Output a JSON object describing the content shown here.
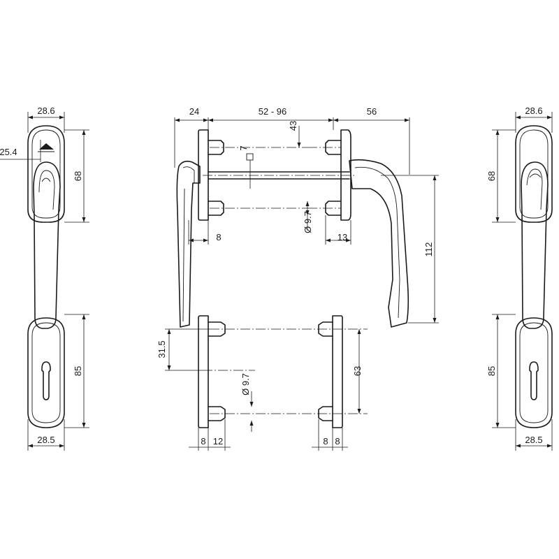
{
  "dimensions": {
    "left_handle": {
      "width_top": "28.6",
      "offset": "25.4",
      "height_upper": "68",
      "height_lower": "85",
      "width_bottom": "28.5"
    },
    "side_view": {
      "rose_depth": "24",
      "spindle_range": "52 - 96",
      "handle_projection": "56",
      "screw_distance": "43",
      "square_spindle": "7",
      "screw_diameter": "Ø 9.7",
      "rose_thickness": "8",
      "inner_rose": "13",
      "handle_length": "112"
    },
    "bottom_view": {
      "offset_height": "31.5",
      "screw_diameter": "Ø 9.7",
      "screw_spacing": "63",
      "dim_a": "8",
      "dim_b": "12",
      "dim_c": "8",
      "dim_d": "8"
    },
    "right_handle": {
      "width_top": "28.6",
      "height_upper": "68",
      "height_lower": "85",
      "width_bottom": "28.5"
    }
  }
}
